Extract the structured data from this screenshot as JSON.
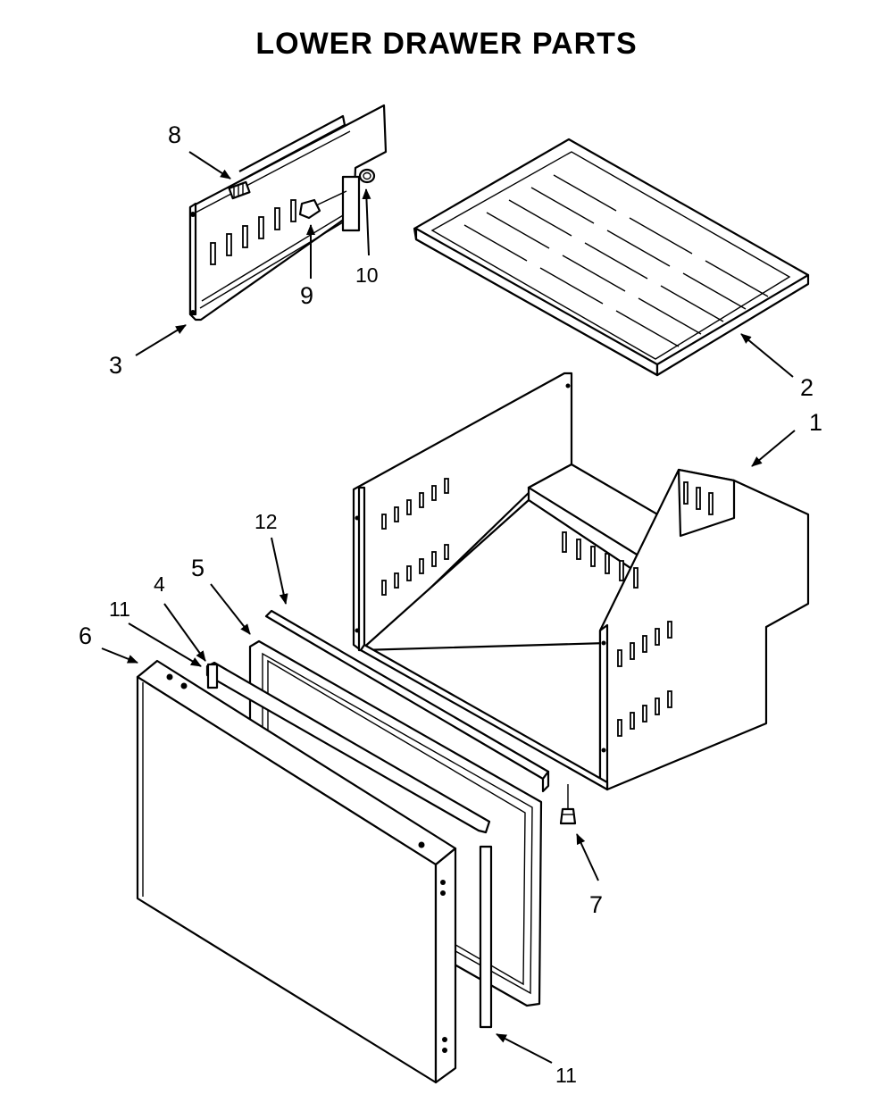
{
  "title": "LOWER DRAWER PARTS",
  "callouts": [
    {
      "id": "c1",
      "label": "1"
    },
    {
      "id": "c2",
      "label": "2"
    },
    {
      "id": "c3",
      "label": "3"
    },
    {
      "id": "c4",
      "label": "4"
    },
    {
      "id": "c5",
      "label": "5"
    },
    {
      "id": "c6",
      "label": "6"
    },
    {
      "id": "c7",
      "label": "7"
    },
    {
      "id": "c8",
      "label": "8"
    },
    {
      "id": "c9",
      "label": "9"
    },
    {
      "id": "c10",
      "label": "10"
    },
    {
      "id": "c11a",
      "label": "11"
    },
    {
      "id": "c11b",
      "label": "11"
    },
    {
      "id": "c12",
      "label": "12"
    }
  ]
}
